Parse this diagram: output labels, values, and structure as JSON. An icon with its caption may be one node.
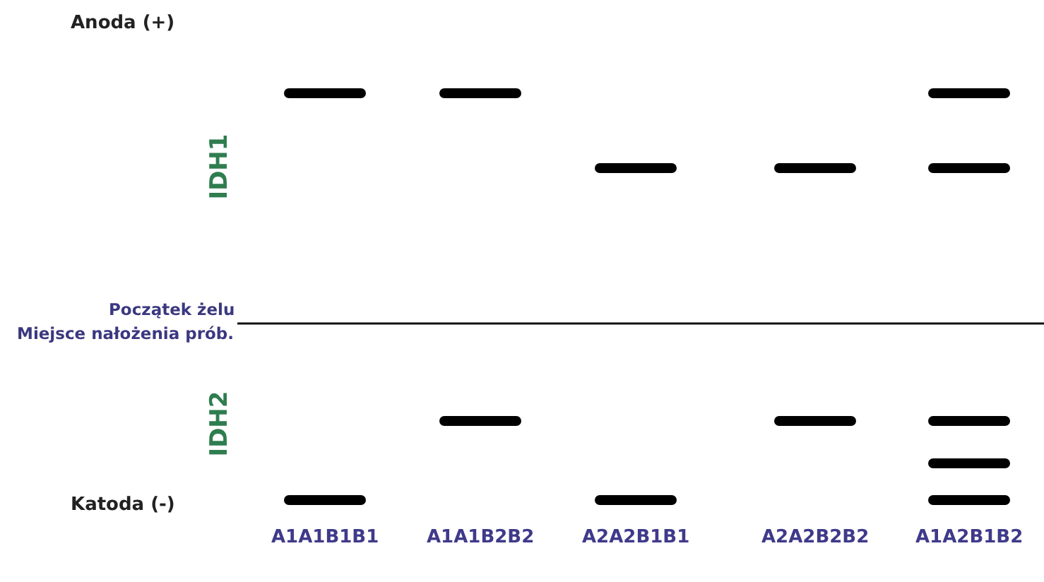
{
  "diagram": {
    "labels": [
      "Anoda (+)",
      "IDH1",
      "Początek żelu",
      "Miejsce nałożenia prób.",
      "IDH2",
      "Katoda (-)",
      "A1A1B1B1",
      "A1A1B2B2",
      "A2A2B1B1",
      "A2A2B2B2",
      "A1A2B1B2"
    ]
  }
}
